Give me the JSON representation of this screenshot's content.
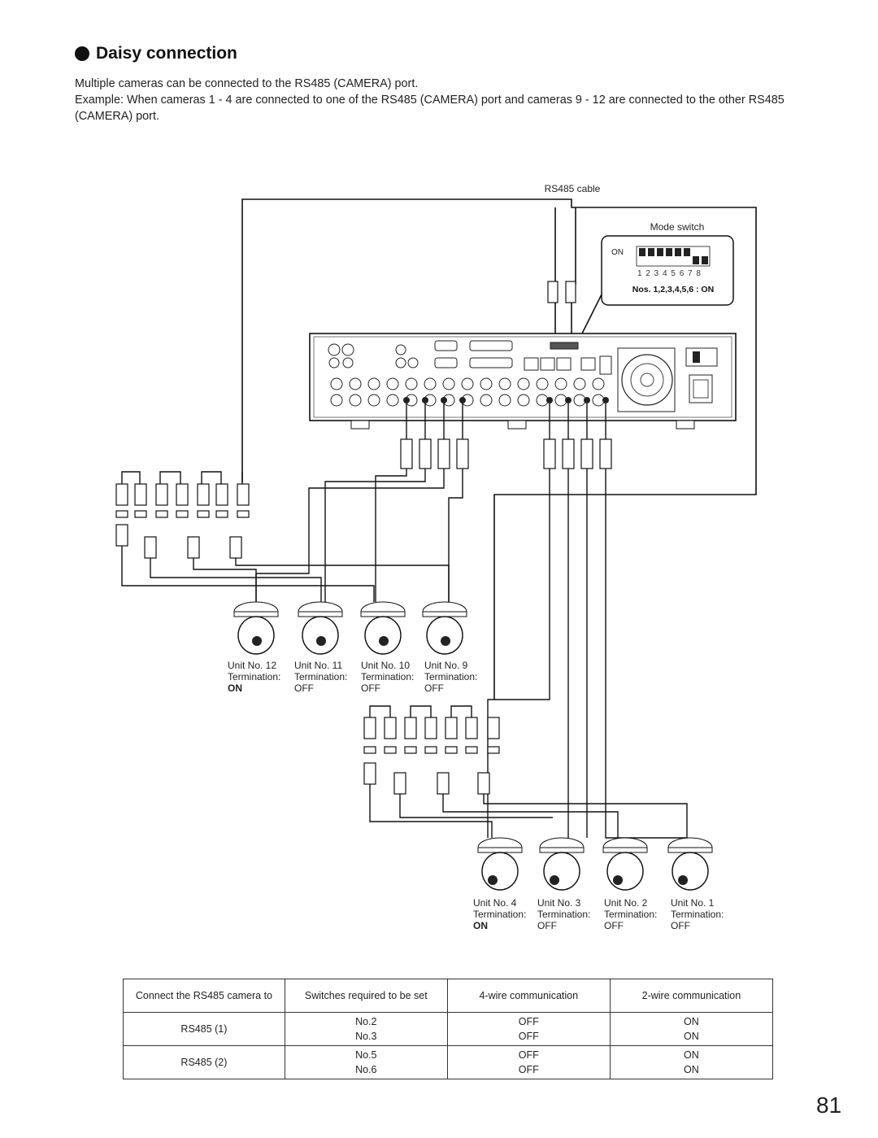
{
  "heading": "Daisy connection",
  "intro": {
    "line1": "Multiple cameras can be connected to the RS485 (CAMERA) port.",
    "line2": "Example: When cameras 1 - 4 are connected to one of the RS485 (CAMERA) port and cameras 9 - 12 are connected to the other RS485 (CAMERA) port."
  },
  "diagram": {
    "rs485_cable_label": "RS485 cable",
    "mode_switch": {
      "title": "Mode switch",
      "on_label": "ON",
      "numbers": "1 2 3 4 5 6 7 8",
      "note": "Nos. 1,2,3,4,5,6 : ON"
    },
    "cameras_upper": [
      {
        "unit": "Unit No. 12",
        "termination": "Termination:",
        "state": "ON"
      },
      {
        "unit": "Unit No. 11",
        "termination": "Termination:",
        "state": "OFF"
      },
      {
        "unit": "Unit No. 10",
        "termination": "Termination:",
        "state": "OFF"
      },
      {
        "unit": "Unit No. 9",
        "termination": "Termination:",
        "state": "OFF"
      }
    ],
    "cameras_lower": [
      {
        "unit": "Unit No. 4",
        "termination": "Termination:",
        "state": "ON"
      },
      {
        "unit": "Unit No. 3",
        "termination": "Termination:",
        "state": "OFF"
      },
      {
        "unit": "Unit No. 2",
        "termination": "Termination:",
        "state": "OFF"
      },
      {
        "unit": "Unit No. 1",
        "termination": "Termination:",
        "state": "OFF"
      }
    ]
  },
  "table": {
    "headers": [
      "Connect the RS485 camera to",
      "Switches required to be set",
      "4-wire communication",
      "2-wire communication"
    ],
    "rows": [
      {
        "port": "RS485 (1)",
        "switches": [
          "No.2",
          "No.3"
        ],
        "four_wire": [
          "OFF",
          "OFF"
        ],
        "two_wire": [
          "ON",
          "ON"
        ]
      },
      {
        "port": "RS485 (2)",
        "switches": [
          "No.5",
          "No.6"
        ],
        "four_wire": [
          "OFF",
          "OFF"
        ],
        "two_wire": [
          "ON",
          "ON"
        ]
      }
    ]
  },
  "page_number": "81"
}
